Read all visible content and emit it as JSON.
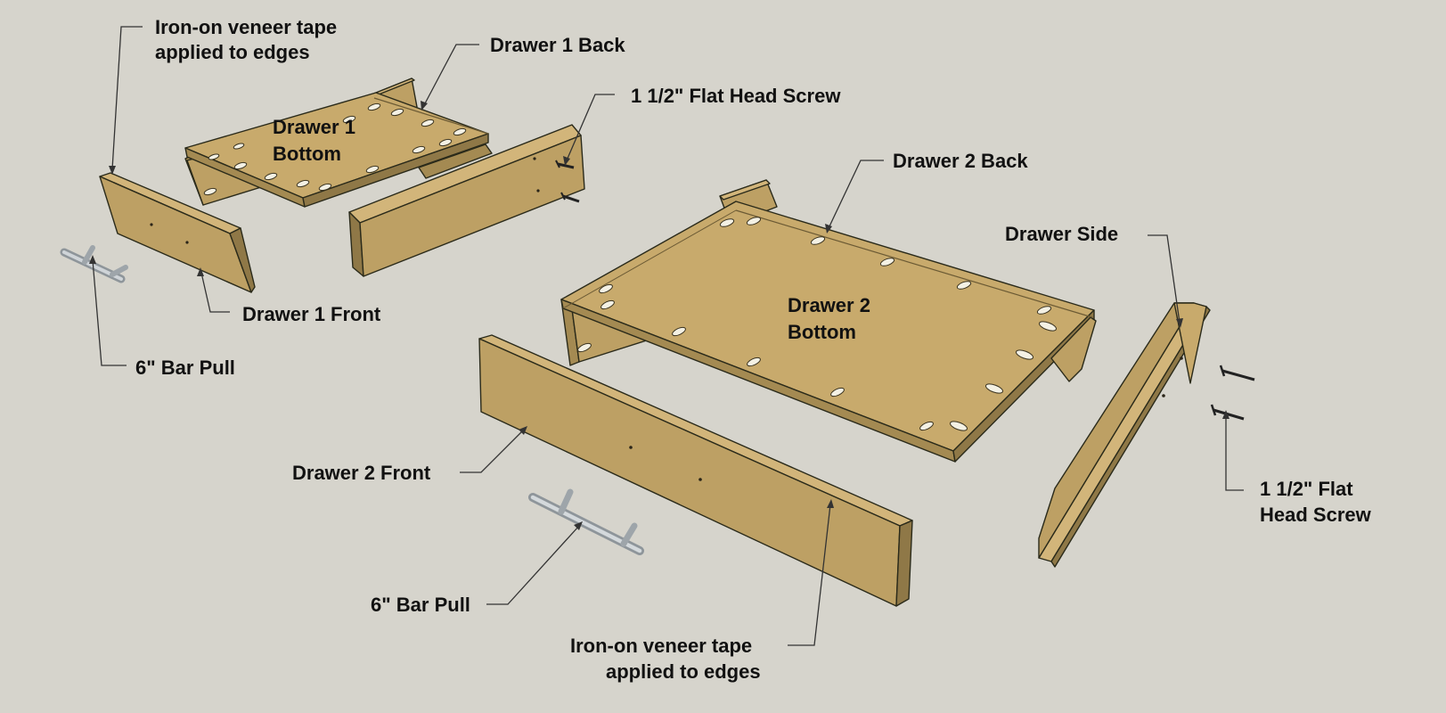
{
  "colors": {
    "background": "#d6d4cc",
    "wood_top": "#c8aa6c",
    "wood_light": "#d2b57a",
    "wood_face": "#bda064",
    "wood_edge": "#a48a52",
    "wood_dark": "#8f7847",
    "metal": "#b9bfc4"
  },
  "labels": {
    "veneer_top_line1": "Iron-on veneer tape",
    "veneer_top_line2": "applied to edges",
    "drawer1_back": "Drawer 1 Back",
    "screw_top": "1 1/2\" Flat Head Screw",
    "drawer1_bottom_line1": "Drawer 1",
    "drawer1_bottom_line2": "Bottom",
    "drawer2_back": "Drawer 2 Back",
    "drawer_side": "Drawer Side",
    "drawer1_front": "Drawer 1 Front",
    "bar_pull_left": "6\" Bar Pull",
    "drawer2_bottom_line1": "Drawer 2",
    "drawer2_bottom_line2": "Bottom",
    "drawer2_front": "Drawer 2 Front",
    "screw_right_line1": "1 1/2\" Flat",
    "screw_right_line2": "Head Screw",
    "bar_pull_bottom": "6\" Bar Pull",
    "veneer_bottom_line1": "Iron-on veneer tape",
    "veneer_bottom_line2": "applied to edges"
  }
}
